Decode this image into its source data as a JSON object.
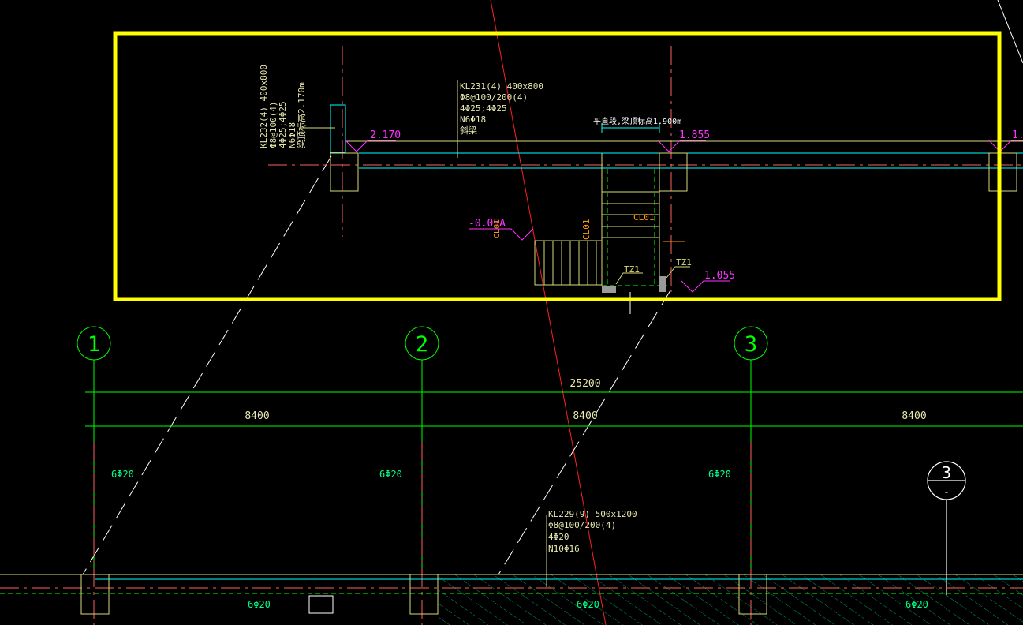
{
  "colors": {
    "background": "#000000",
    "highlight": "#ffff00",
    "grid_axis": "#00ff00",
    "dimension": "#00ff00",
    "beam_outline": "#d9d97a",
    "beam_text": "#e8e8b0",
    "centerline": "#ff6060",
    "elevation": "#ff33ff",
    "cyan": "#00ffff",
    "orange": "#ff9900",
    "red_line": "#ff2020",
    "white": "#ffffff",
    "hatch": "#00a060"
  },
  "grid_axes": [
    {
      "label": "1"
    },
    {
      "label": "2"
    },
    {
      "label": "3"
    }
  ],
  "section_marker": {
    "number": "3",
    "sheet": "-"
  },
  "dimensions": {
    "total": "25200",
    "spans": [
      "8400",
      "8400",
      "8400"
    ]
  },
  "beam_kl232": {
    "lines": [
      "KL232(4) 400x800",
      "Φ8@100(4)",
      "4Φ25;4Φ25",
      "N6Φ18",
      "梁顶标高2.170m"
    ]
  },
  "beam_kl231": {
    "lines": [
      "KL231(4) 400x800",
      "Φ8@100/200(4)",
      "4Φ25;4Φ25",
      "N6Φ18",
      "斜梁"
    ]
  },
  "beam_kl229": {
    "lines": [
      "KL229(9) 500x1200",
      "Φ8@100/200(4)",
      "4Φ20",
      "N10Φ16"
    ]
  },
  "platform_note": "平直段,梁顶标高1.900m",
  "elevations": {
    "left": "2.170",
    "mid": "1.855",
    "right": "1.",
    "landing": "-0.05A",
    "lower": "1.055"
  },
  "stair_labels": {
    "cl01_a": "CL01",
    "cl01_b": "CL01",
    "cl01_c": "CL01",
    "tz1_a": "TZ1",
    "tz1_b": "TZ1"
  },
  "rebar_labels": {
    "upper": [
      "6Φ20",
      "6Φ20",
      "6Φ20"
    ],
    "lower": [
      "6Φ20",
      "6Φ20",
      "6Φ20"
    ]
  }
}
